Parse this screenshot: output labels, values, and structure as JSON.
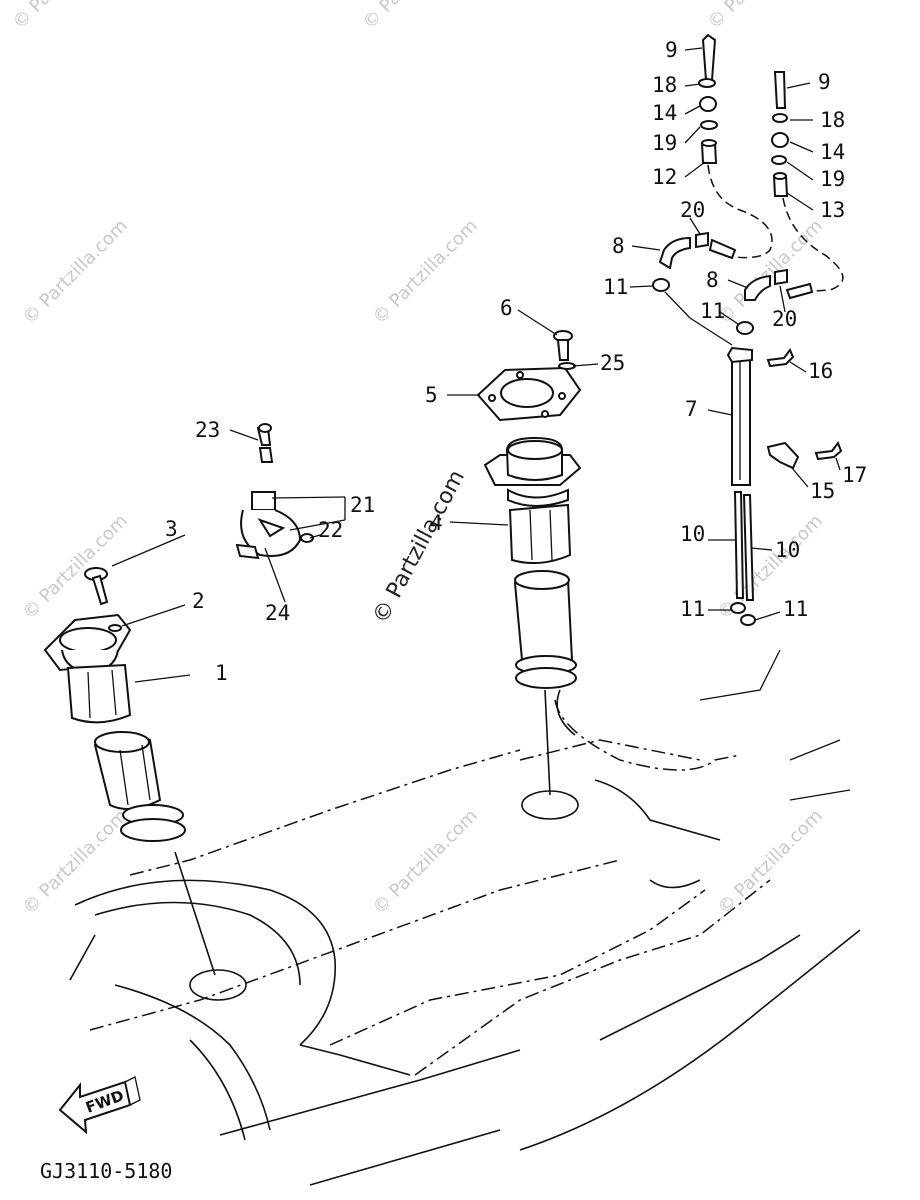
{
  "diagram_code": "GJ3110-5180",
  "fwd_label": "FWD",
  "watermark": "© Partzilla.com",
  "callouts": {
    "n1": "1",
    "n2": "2",
    "n3": "3",
    "n4": "4",
    "n5": "5",
    "n6": "6",
    "n7": "7",
    "n8a": "8",
    "n8b": "8",
    "n9a": "9",
    "n9b": "9",
    "n10a": "10",
    "n10b": "10",
    "n11a": "11",
    "n11b": "11",
    "n11c": "11",
    "n11d": "11",
    "n12": "12",
    "n13": "13",
    "n14a": "14",
    "n14b": "14",
    "n15": "15",
    "n16": "16",
    "n17": "17",
    "n18a": "18",
    "n18b": "18",
    "n19a": "19",
    "n19b": "19",
    "n20a": "20",
    "n20b": "20",
    "n21": "21",
    "n22": "22",
    "n23": "23",
    "n24": "24",
    "n25": "25"
  }
}
